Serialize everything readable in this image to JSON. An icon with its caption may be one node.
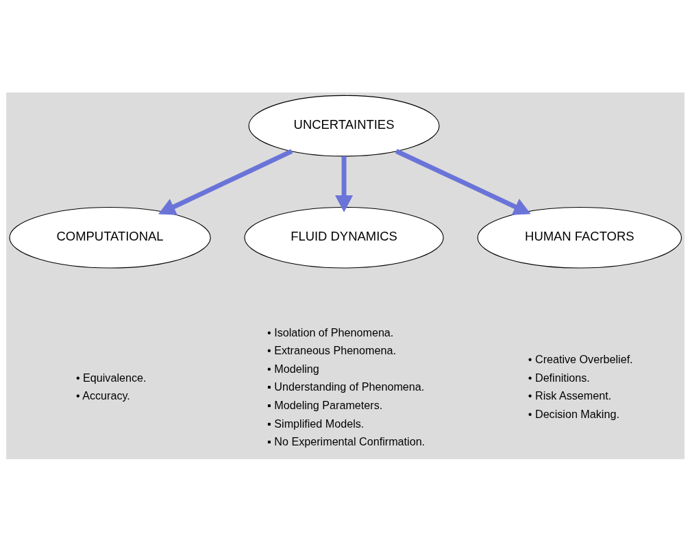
{
  "diagram": {
    "nodes": [
      {
        "text": [
          "UNCERTAINTIES"
        ]
      },
      {
        "text": [
          "COMPUTATIONAL"
        ],
        "beside": [
          "• Equivalence.",
          "• Accuracy."
        ]
      },
      {
        "text": [
          "FLUID DYNAMICS"
        ],
        "beside": [
          "• Isolation of Phenomena.",
          "• Extraneous Phenomena.",
          "• Modeling",
          "▪ Understanding of Phenomena.",
          "▪ Modeling Parameters.",
          "▪ Simplified Models.",
          "▪ No Experimental Confirmation."
        ]
      },
      {
        "text": [
          "HUMAN FACTORS"
        ],
        "beside": [
          "• Creative Overbelief.",
          "• Definitions.",
          "• Risk Assement.",
          "• Decision Making."
        ]
      }
    ],
    "edges": [
      {
        "from": 0,
        "to": 1,
        "arrow": "to"
      },
      {
        "from": 0,
        "to": 2,
        "arrow": "to"
      },
      {
        "from": 0,
        "to": 3,
        "arrow": "to"
      }
    ]
  }
}
